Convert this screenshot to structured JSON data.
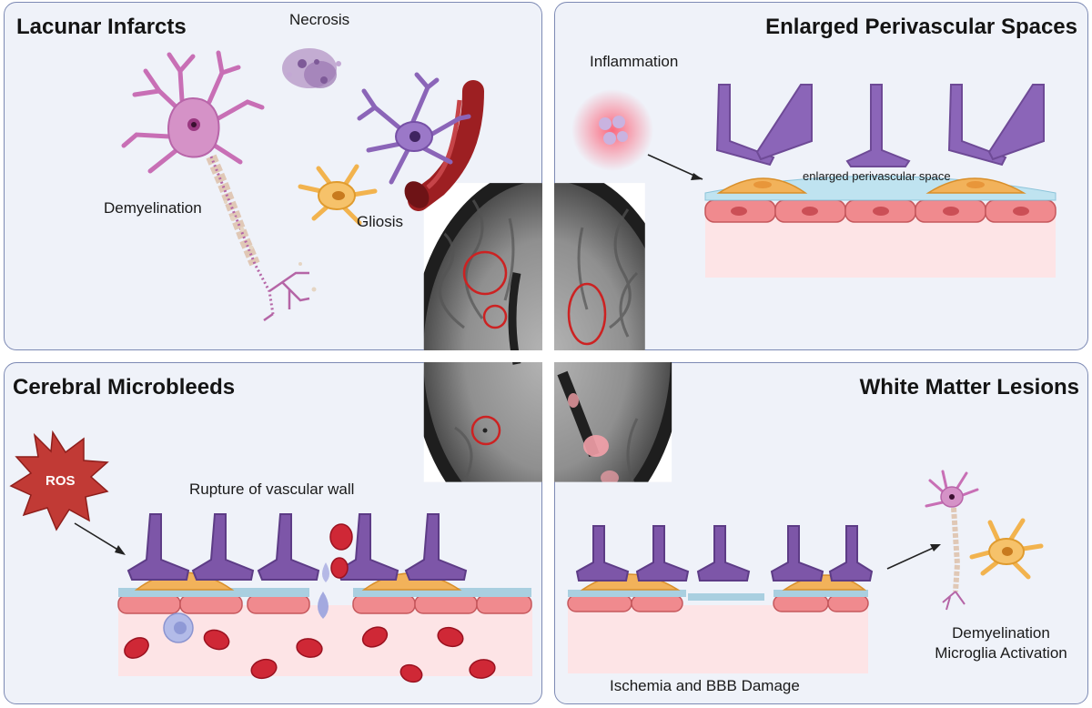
{
  "panels": {
    "lacunar": {
      "title": "Lacunar Infarcts",
      "labels": {
        "necrosis": "Necrosis",
        "demyelination": "Demyelination",
        "gliosis": "Gliosis"
      }
    },
    "epvs": {
      "title": "Enlarged Perivascular Spaces",
      "labels": {
        "inflammation": "Inflammation",
        "space": "enlarged perivascular space"
      }
    },
    "microbleeds": {
      "title": "Cerebral Microbleeds",
      "labels": {
        "ros": "ROS",
        "rupture": "Rupture of vascular wall"
      }
    },
    "wml": {
      "title": "White Matter Lesions",
      "labels": {
        "demyelination": "Demyelination",
        "microglia": "Microglia Activation",
        "ischemia": "Ischemia and BBB Damage"
      }
    }
  },
  "colors": {
    "panel_bg": "#eff2f9",
    "panel_border": "#7d8ab4",
    "neuron": "#c86fb5",
    "astrocyte_purple": "#8b65b8",
    "astrocyte_orange": "#f2b34e",
    "vessel": "#9d1f22",
    "red_blood_cell": "#cf2836",
    "lesion_circle": "#cc2222",
    "endfoot": "#6e4a96"
  }
}
